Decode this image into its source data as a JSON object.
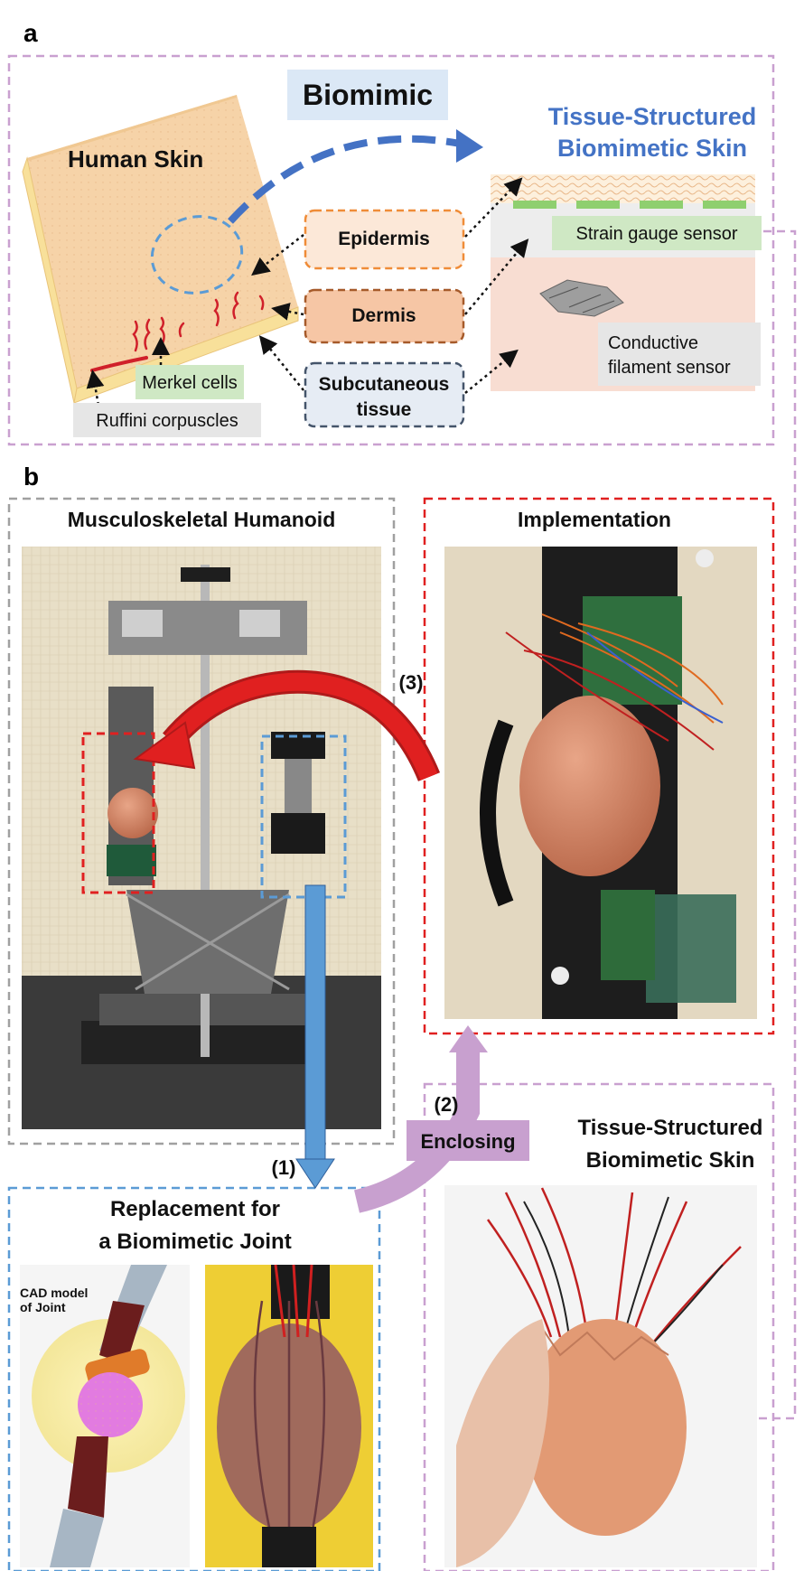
{
  "panel_a": {
    "letter": "a",
    "biomimic": "Biomimic",
    "human_skin": "Human Skin",
    "target_title_1": "Tissue-Structured",
    "target_title_2": "Biomimetic Skin",
    "layers": {
      "epidermis": "Epidermis",
      "dermis": "Dermis",
      "subcutaneous_1": "Subcutaneous",
      "subcutaneous_2": "tissue"
    },
    "sensors": {
      "strain": "Strain gauge sensor",
      "conductive_1": "Conductive",
      "conductive_2": "filament sensor"
    },
    "receptors": {
      "merkel": "Merkel cells",
      "ruffini": "Ruffini corpuscles"
    }
  },
  "panel_b": {
    "letter": "b",
    "humanoid_title": "Musculoskeletal Humanoid",
    "implementation_title": "Implementation",
    "replacement_title_1": "Replacement for",
    "replacement_title_2": "a Biomimetic Joint",
    "cad_label_1": "CAD model",
    "cad_label_2": "of Joint",
    "skin_title_1": "Tissue-Structured",
    "skin_title_2": "Biomimetic Skin",
    "step1": "(1)",
    "step2": "(2)",
    "step3": "(3)",
    "enclosing": "Enclosing"
  },
  "colors": {
    "purple_frame": "#c9a0d0",
    "blue": "#4a86cf",
    "red": "#e02020",
    "gray_frame": "#a0a0a0",
    "skin_top": "#f6d3a8",
    "skin_side": "#f8e09a",
    "green_label": "#cfe8c4",
    "orange_dash": "#ef8c38",
    "title_blue": "#4473c5",
    "enclosing_box": "#c8a0cf"
  }
}
